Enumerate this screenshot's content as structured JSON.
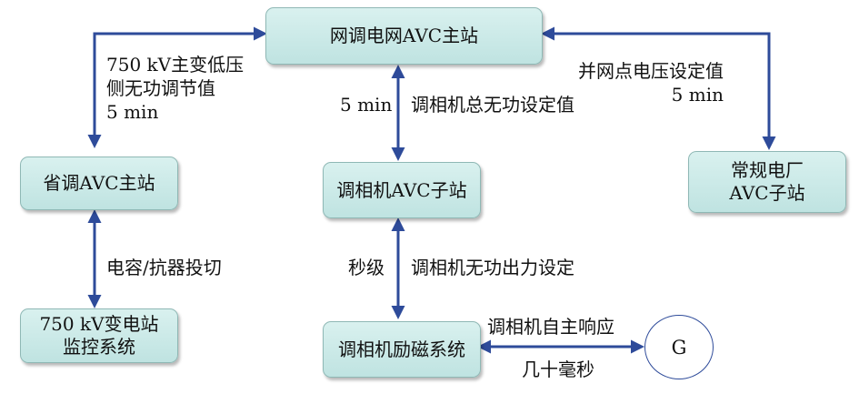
{
  "nodes": {
    "grid_master": "网调电网AVC主站",
    "province_master": "省调AVC主站",
    "substation": [
      "750 kV变电站",
      "监控系统"
    ],
    "condenser_sub": "调相机AVC子站",
    "plant": [
      "常规电厂",
      "AVC子站"
    ],
    "excitation": "调相机励磁系统",
    "generator": "G"
  },
  "labels": {
    "left_top": [
      "750 kV主变低压",
      "侧无功调节值",
      "5 min"
    ],
    "mid_top_time": "5 min",
    "mid_top_text": "调相机总无功设定值",
    "right_top": [
      "并网点电压设定值",
      "5 min"
    ],
    "left_bottom": "电容/抗器投切",
    "mid_bottom_time": "秒级",
    "mid_bottom_text": "调相机无功出力设定",
    "g_top": "调相机自主响应",
    "g_bottom": "几十毫秒"
  },
  "colors": {
    "arrow": "#2e4b9a",
    "node_fill": "#c9e9e7",
    "node_border": "#8fb8b5"
  }
}
